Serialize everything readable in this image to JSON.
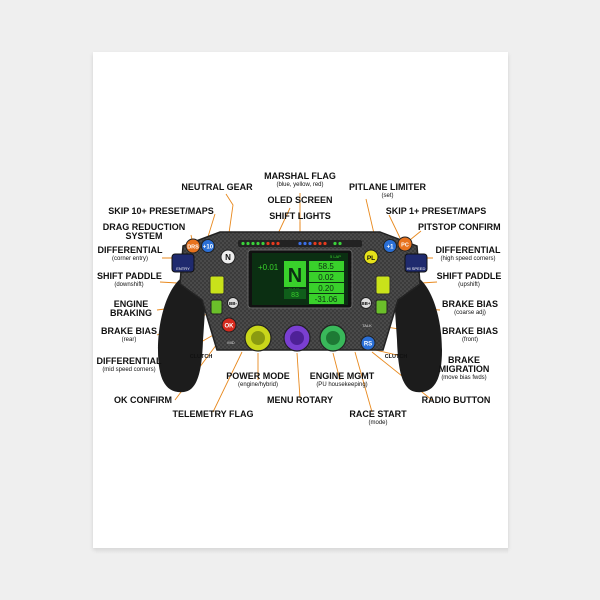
{
  "labels": {
    "neutral_gear": {
      "title": "NEUTRAL GEAR"
    },
    "marshal_flag": {
      "title": "MARSHAL FLAG",
      "sub": "(blue, yellow, red)"
    },
    "pitlane_limiter": {
      "title": "PITLANE LIMITER",
      "sub": "(set)"
    },
    "oled_screen": {
      "title": "OLED SCREEN"
    },
    "skip_10_preset": {
      "title": "SKIP 10+ PRESET/MAPS"
    },
    "skip_1_preset": {
      "title": "SKIP 1+ PRESET/MAPS"
    },
    "shift_lights": {
      "title": "SHIFT LIGHTS"
    },
    "drag_reduction": {
      "title": "DRAG REDUCTION\nSYSTEM"
    },
    "pitstop_confirm": {
      "title": "PITSTOP CONFIRM"
    },
    "differential_entry": {
      "title": "DIFFERENTIAL",
      "sub": "(corner entry)"
    },
    "differential_high": {
      "title": "DIFFERENTIAL",
      "sub": "(high speed corners)"
    },
    "shift_paddle_down": {
      "title": "SHIFT PADDLE",
      "sub": "(downshift)"
    },
    "shift_paddle_up": {
      "title": "SHIFT PADDLE",
      "sub": "(upshift)"
    },
    "engine_braking": {
      "title": "ENGINE\nBRAKING"
    },
    "brake_bias_coarse": {
      "title": "BRAKE BIAS",
      "sub": "(coarse adj)"
    },
    "brake_bias_rear": {
      "title": "BRAKE BIAS",
      "sub": "(rear)"
    },
    "brake_bias_front": {
      "title": "BRAKE BIAS",
      "sub": "(front)"
    },
    "differential_mid": {
      "title": "DIFFERENTIAL",
      "sub": "(mid speed corners)"
    },
    "brake_migration": {
      "title": "BRAKE\nMIGRATION",
      "sub": "(move bias fwds)"
    },
    "power_mode": {
      "title": "POWER MODE",
      "sub": "(engine/hybrid)"
    },
    "engine_mgmt": {
      "title": "ENGINE MGMT",
      "sub": "(PU housekeeping)"
    },
    "ok_confirm": {
      "title": "OK CONFIRM"
    },
    "menu_rotary": {
      "title": "MENU ROTARY"
    },
    "radio_button": {
      "title": "RADIO BUTTON"
    },
    "telemetry_flag": {
      "title": "TELEMETRY FLAG"
    },
    "race_start": {
      "title": "RACE START",
      "sub": "(mode)"
    }
  },
  "wheel": {
    "buttons": {
      "drs": "DRS",
      "plus10": "+10",
      "n": "N",
      "pl": "PL",
      "plus1": "+1",
      "pc": "PC",
      "bb_minus": "BB-",
      "bb_plus": "BB+",
      "ok": "OK",
      "rs": "RS",
      "clutch_left": "CLUTCH",
      "clutch_right": "CLUTCH",
      "entry": "ENTRY",
      "hi_speed": "HI SPEED",
      "mid": "MID",
      "talk": "TALK"
    },
    "screen": {
      "gear": "N",
      "delta": "+0.01",
      "values": [
        "58.5",
        "0.02",
        "0.20",
        "-31.06"
      ],
      "small": "83",
      "tag": "CHNK",
      "lap": "5 LAP"
    }
  },
  "colors": {
    "leader": "#e8891e",
    "body": "#3a3a3a",
    "grip": "#1c1c1c",
    "screen_green": "#39d12b",
    "orange_button": "#e8731e",
    "blue_button": "#2a6fd6",
    "yellow_button": "#e6e21a",
    "red_button": "#d62a1e"
  }
}
